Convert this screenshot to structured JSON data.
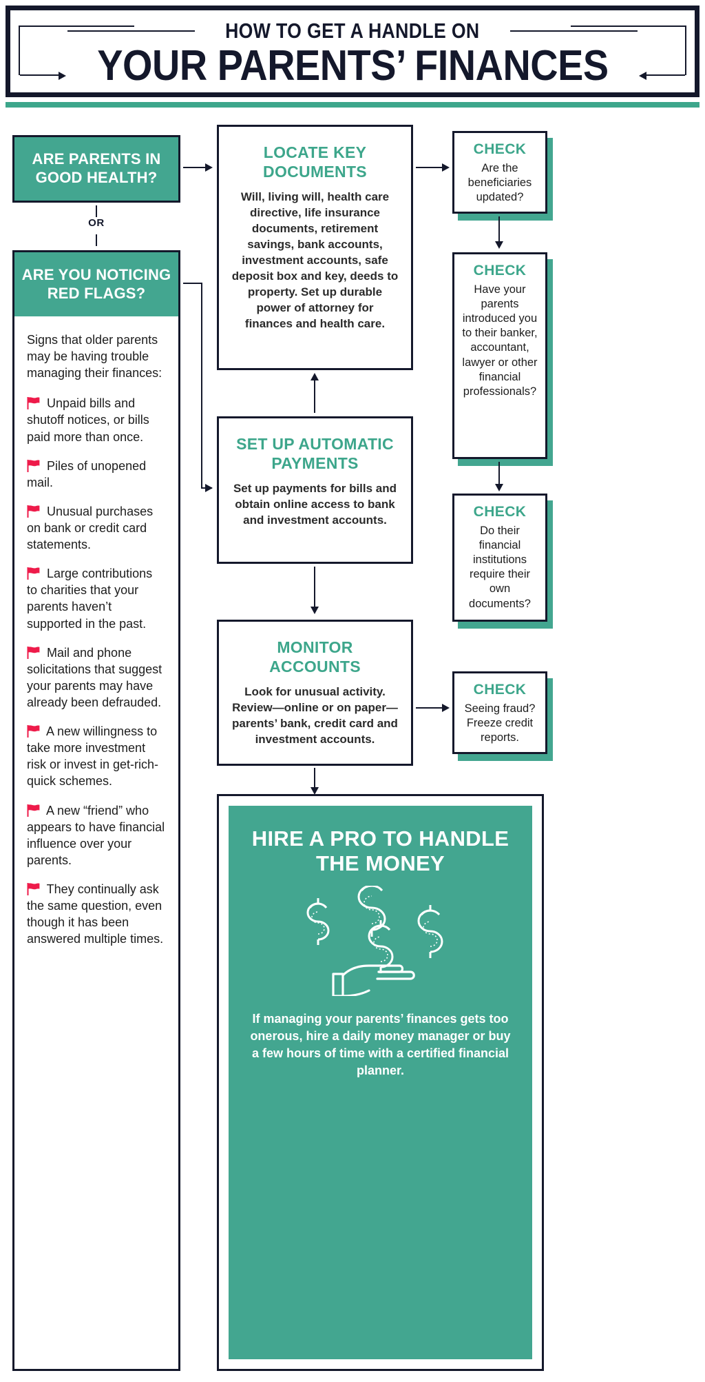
{
  "theme": {
    "green": "#43a690",
    "green_text": "#3da68b",
    "ink": "#14182b",
    "flag_red": "#ee1b4a",
    "white": "#ffffff"
  },
  "banner": {
    "kicker": "HOW TO GET A HANDLE ON",
    "title": "YOUR PARENTS’ FINANCES"
  },
  "left": {
    "health_question": "ARE PARENTS IN GOOD HEALTH?",
    "or_label": "OR",
    "redflags_question": "ARE YOU NOTICING RED FLAGS?",
    "redflags_intro": "Signs that older parents may be having trouble managing their finances:",
    "redflags": [
      "Unpaid bills and shutoff notices, or bills paid more than once.",
      "Piles of unopened mail.",
      "Unusual purchases on bank or credit card statements.",
      "Large contributions to charities that your parents haven’t supported in the past.",
      "Mail and phone solicitations that suggest your parents may have already been defrauded.",
      "A new willingness to take more investment risk or invest in get-rich-quick schemes.",
      "A new “friend” who appears to have financial influence over your parents.",
      "They continually ask the same question, even though it has been answered multiple times."
    ]
  },
  "middle": {
    "locate": {
      "title": "LOCATE KEY DOCUMENTS",
      "body": "Will, living will, health care directive, life insurance documents, retirement savings, bank accounts, investment accounts, safe deposit box and key, deeds to property. Set up durable power of attorney for finances and health care."
    },
    "autopay": {
      "title": "SET UP AUTOMATIC PAYMENTS",
      "body": "Set up payments for bills and obtain online access to bank and investment accounts."
    },
    "monitor": {
      "title": "MONITOR ACCOUNTS",
      "body": "Look for unusual activity. Review—online or on paper—parents’ bank, credit card and investment accounts."
    },
    "hire": {
      "title": "HIRE A PRO TO HANDLE THE MONEY",
      "caption": "If managing your parents’ finances gets too onerous, hire a daily money manager or buy a few hours of time with a certified financial planner.",
      "art_name": "hand-with-dollar-signs-illustration"
    }
  },
  "checks": [
    {
      "heading": "CHECK",
      "body": "Are the beneficiaries updated?"
    },
    {
      "heading": "CHECK",
      "body": "Have your parents introduced you to their banker, accountant, lawyer or other financial professionals?"
    },
    {
      "heading": "CHECK",
      "body": "Do their financial institutions require their own documents?"
    },
    {
      "heading": "CHECK",
      "body": "Seeing fraud? Freeze credit reports."
    }
  ]
}
